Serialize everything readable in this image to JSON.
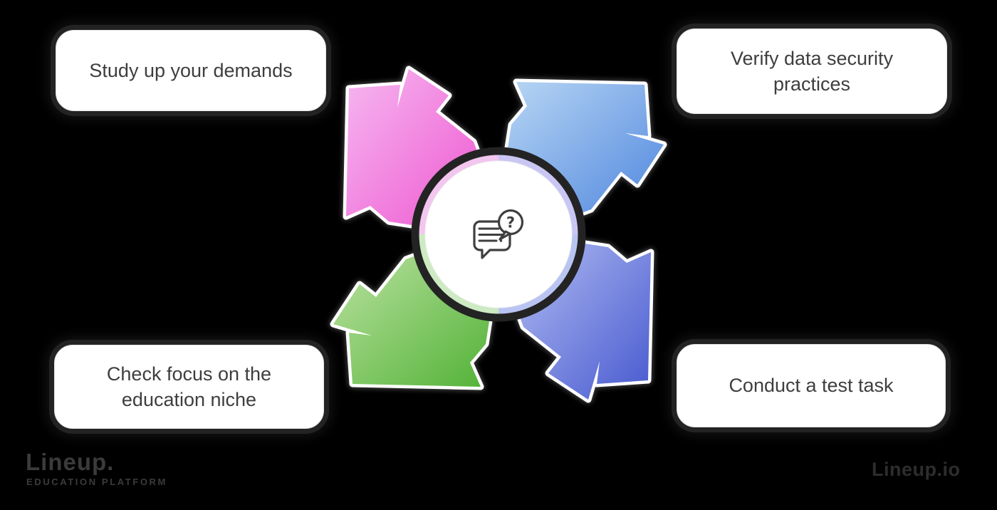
{
  "background_color": "#000000",
  "steps": [
    {
      "position": "top-left",
      "label": "Study up your demands",
      "arrow": {
        "direction": "up-left",
        "gradient_from": "#f6b8f1",
        "gradient_to": "#ee56d0"
      }
    },
    {
      "position": "top-right",
      "label": "Verify data security\npractices",
      "arrow": {
        "direction": "up-right",
        "gradient_from": "#b8d6f4",
        "gradient_to": "#4f86de"
      }
    },
    {
      "position": "bottom-left",
      "label": "Check focus on the\neducation niche",
      "arrow": {
        "direction": "down-left",
        "gradient_from": "#bce2a2",
        "gradient_to": "#52b236"
      }
    },
    {
      "position": "bottom-right",
      "label": "Conduct a test task",
      "arrow": {
        "direction": "down-right",
        "gradient_from": "#b2bcf2",
        "gradient_to": "#4759cf"
      }
    }
  ],
  "center": {
    "icon": "question-chat-icon",
    "circle_color": "#ffffff",
    "icon_color": "#3f3f3f",
    "ring_colors": {
      "top_left": "#f2c6ee",
      "top_right": "#cac6f4",
      "bottom_right": "#b9c4f2",
      "bottom_left": "#cdeac2"
    }
  },
  "watermarks": {
    "left_main": "Lineup.",
    "left_tagline": "EDUCATION PLATFORM",
    "right": "Lineup.io"
  }
}
